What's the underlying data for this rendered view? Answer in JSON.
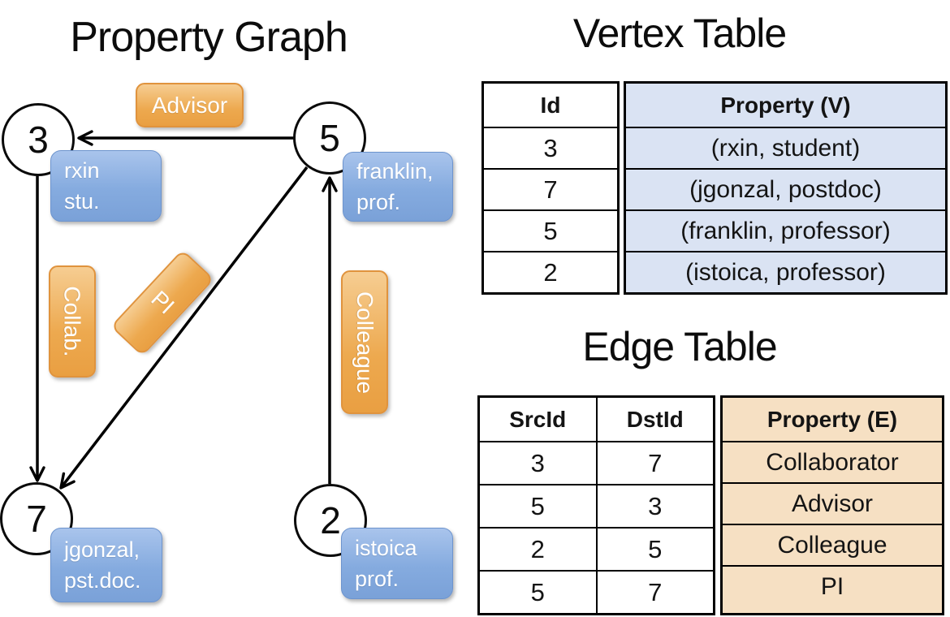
{
  "titles": {
    "graph": "Property Graph",
    "vertex": "Vertex Table",
    "edge": "Edge Table"
  },
  "graph": {
    "nodes": [
      {
        "id": "3"
      },
      {
        "id": "5"
      },
      {
        "id": "7"
      },
      {
        "id": "2"
      }
    ],
    "vertex_labels": [
      {
        "line1": "rxin",
        "line2": "stu."
      },
      {
        "line1": "franklin,",
        "line2": "prof."
      },
      {
        "line1": "jgonzal,",
        "line2": "pst.doc."
      },
      {
        "line1": "istoica",
        "line2": "prof."
      }
    ],
    "edge_labels": {
      "advisor": "Advisor",
      "collab": "Collab.",
      "pi": "PI",
      "colleague": "Colleague"
    }
  },
  "vertex_table": {
    "headers": [
      "Id",
      "Property (V)"
    ],
    "rows": [
      [
        "3",
        "(rxin, student)"
      ],
      [
        "7",
        "(jgonzal, postdoc)"
      ],
      [
        "5",
        "(franklin, professor)"
      ],
      [
        "2",
        "(istoica, professor)"
      ]
    ]
  },
  "edge_table": {
    "headers": [
      "SrcId",
      "DstId",
      "Property (E)"
    ],
    "rows": [
      [
        "3",
        "7",
        "Collaborator"
      ],
      [
        "5",
        "3",
        "Advisor"
      ],
      [
        "2",
        "5",
        "Colleague"
      ],
      [
        "5",
        "7",
        "PI"
      ]
    ]
  },
  "colors": {
    "edge_label_orange": "#eda94f",
    "vertex_box_blue": "#85abdf",
    "vertex_cell_blue": "#dae3f3",
    "edge_cell_peach": "#f6e0c3",
    "line_black": "#000000"
  }
}
